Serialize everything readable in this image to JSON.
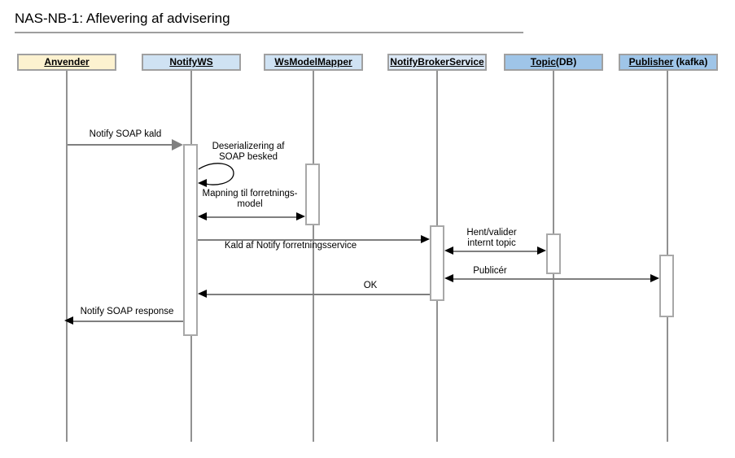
{
  "title": {
    "text": "NAS-NB-1: Aflevering af advisering"
  },
  "colors": {
    "actor_border": "#a0a0a0",
    "lifeline": "#919191",
    "message_line": "#7f7f7f",
    "arrowhead": "#000000",
    "sync_arrowhead": "#808080",
    "anvender_fill": "#fdf2d0",
    "service_fill": "#cfe2f3",
    "broker_fill": "#dbe8f6",
    "infra_fill": "#9fc5e8"
  },
  "actors": [
    {
      "name": "Anvender",
      "suffix": "",
      "fill": "#fdf2d0"
    },
    {
      "name": "NotifyWS",
      "suffix": "",
      "fill": "#cfe2f3"
    },
    {
      "name": "WsModelMapper",
      "suffix": "",
      "fill": "#cfe2f3"
    },
    {
      "name": "NotifyBrokerService",
      "suffix": "",
      "fill": "#dbe8f6"
    },
    {
      "name": "Topic",
      "suffix": "(DB)",
      "fill": "#9fc5e8"
    },
    {
      "name": "Publisher",
      "suffix": " (kafka)",
      "fill": "#9fc5e8"
    }
  ],
  "messages": {
    "notify_soap_kald": "Notify SOAP kald",
    "deserializering": "Deserializering af\nSOAP besked",
    "mapning": "Mapning til forretnings-\nmodel",
    "kald_af_notify": "Kald af Notify forretningsservice",
    "hent_valider": "Hent/valider\ninternt topic",
    "publicer": "Publicér",
    "ok": "OK",
    "notify_soap_response": "Notify SOAP response"
  }
}
